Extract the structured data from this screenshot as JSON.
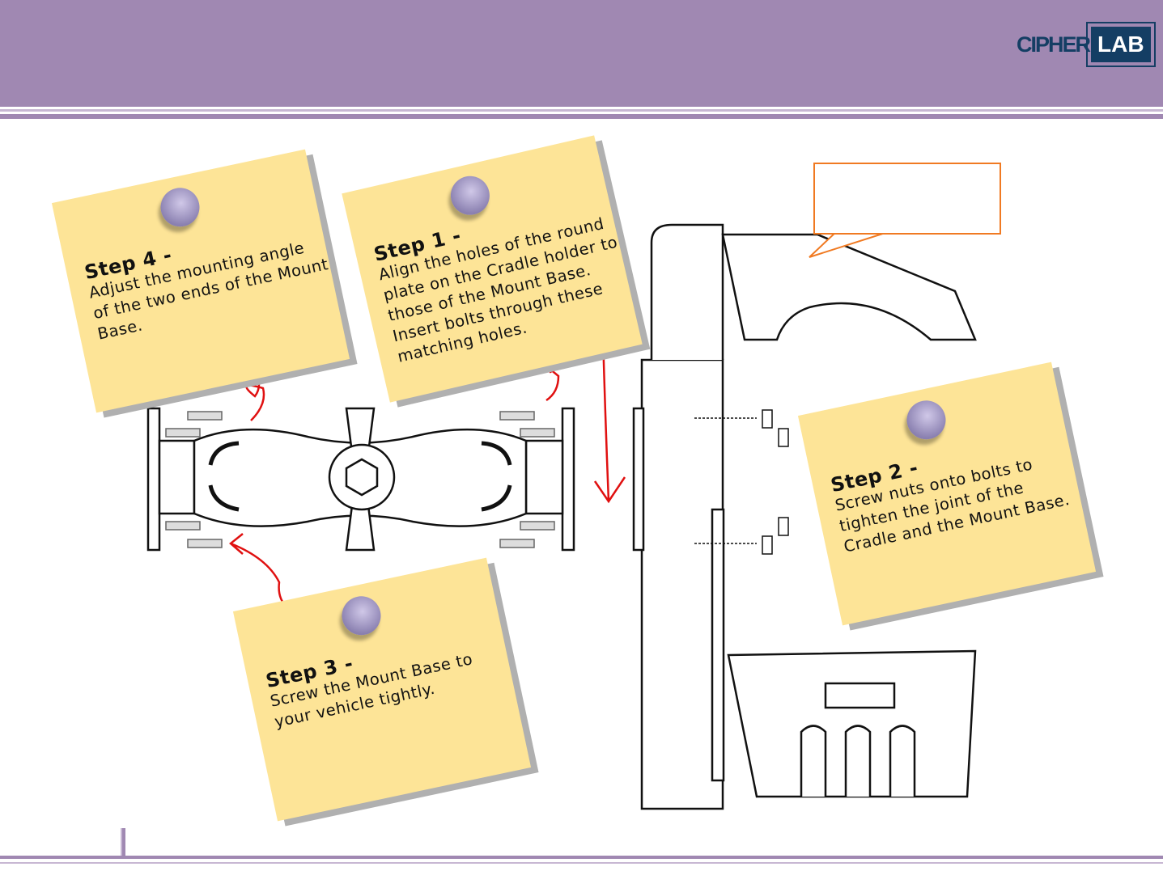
{
  "logo": {
    "part1": "CIPHER",
    "part2": "LAB"
  },
  "steps": [
    {
      "title": "Step 4 -",
      "text": "Adjust the mounting angle of the two ends of the Mount Base."
    },
    {
      "title": "Step 1 -",
      "text": "Align the holes of the round plate on the Cradle holder to those of the Mount Base. Insert bolts through these matching holes."
    },
    {
      "title": "Step 2 -",
      "text": "Screw nuts onto bolts to tighten the joint of the Cradle and the Mount Base."
    },
    {
      "title": "Step 3 -",
      "text": "Screw the Mount Base to your vehicle tightly."
    }
  ],
  "colors": {
    "header": "#a088b2",
    "note": "#fde497",
    "logo": "#143e64",
    "callout": "#f07a22",
    "arrow": "#e01010"
  }
}
